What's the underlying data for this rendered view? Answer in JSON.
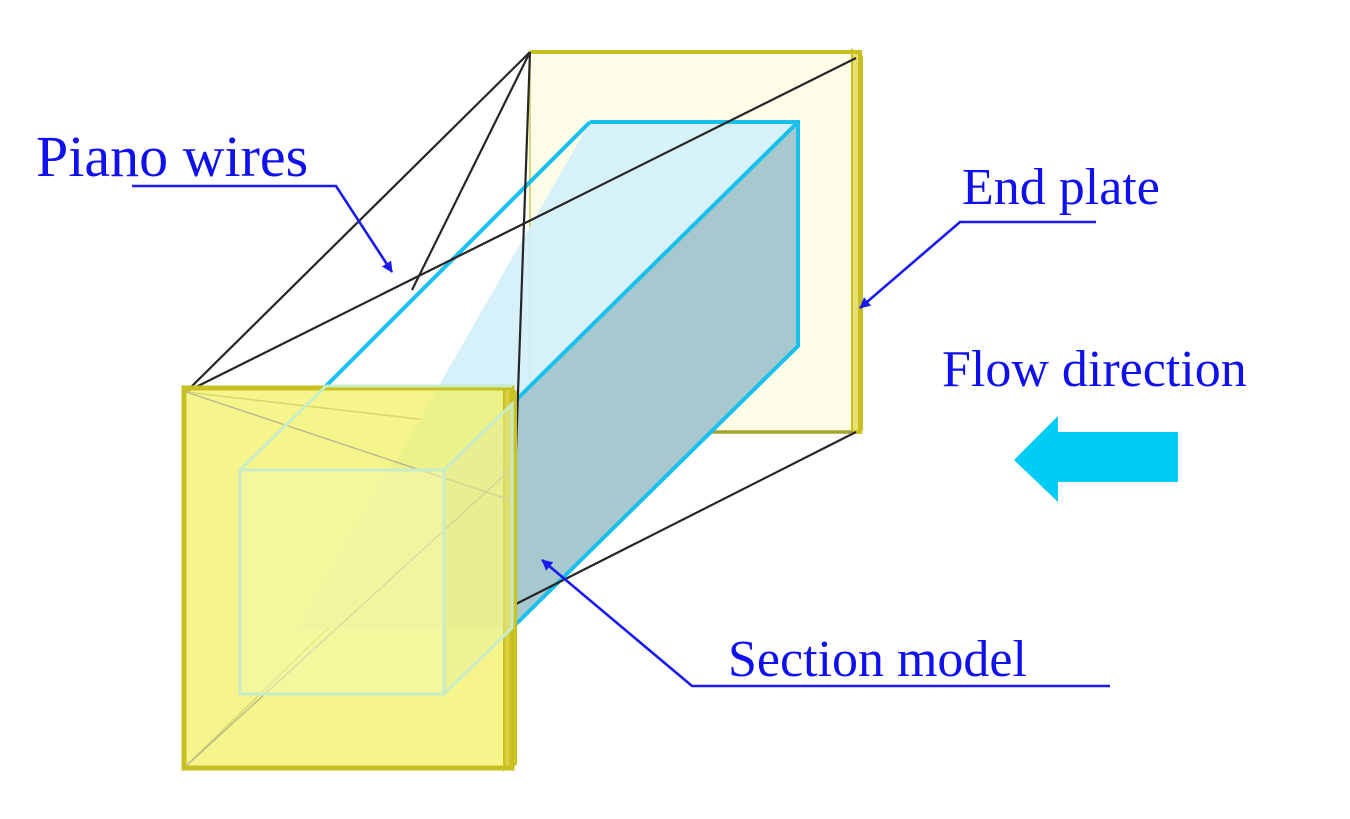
{
  "labels": {
    "piano_wires": "Piano wires",
    "end_plate": "End plate",
    "flow_direction": "Flow direction",
    "section_model": "Section model"
  },
  "colors": {
    "label_text": "#1010ee",
    "leader_line": "#1a1aee",
    "end_plate_fill_back": "#fefee8",
    "end_plate_fill_front": "#f2f264",
    "end_plate_edge": "#c8c020",
    "model_fill_top": "#d2f0f8",
    "model_fill_side": "#a8c8d0",
    "model_edge": "#1ac0ec",
    "flow_arrow": "#00ccf5",
    "wire": "#262626"
  },
  "icons": {
    "flow_arrow": "left-arrow-icon"
  }
}
